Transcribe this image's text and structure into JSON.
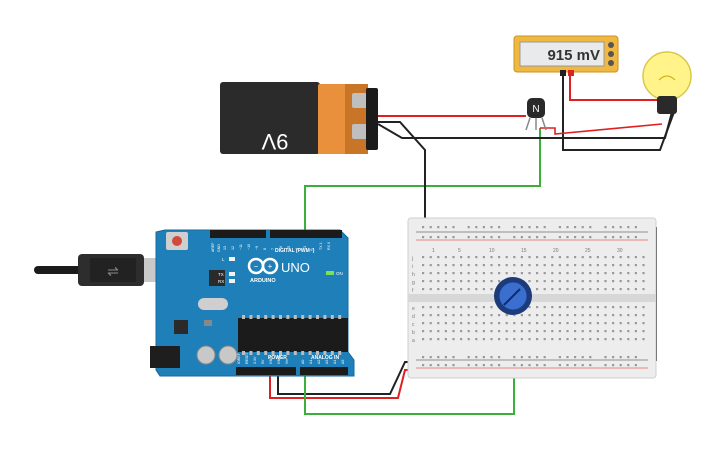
{
  "battery": {
    "label": "9V"
  },
  "multimeter": {
    "reading": "915 mV"
  },
  "transistor": {
    "label": "N"
  },
  "arduino": {
    "brand": "ARDUINO",
    "model": "UNO",
    "on_label": "ON",
    "digital_label": "DIGITAL (PWM~)",
    "power_label": "POWER",
    "analog_label": "ANALOG IN",
    "aref_label": "AREF",
    "gnd_label": "GND",
    "tx_label": "TX",
    "rx_label": "RX",
    "l_label": "L",
    "digital_pins": [
      "13",
      "12",
      "~11",
      "~10",
      "~9",
      "8",
      "7",
      "~6",
      "~5",
      "4",
      "~3",
      "2",
      "TX 1",
      "RX 0"
    ],
    "power_pins": [
      "IOREF",
      "RESET",
      "3.3V",
      "5V",
      "GND",
      "GND",
      "Vin"
    ],
    "analog_pins": [
      "A0",
      "A1",
      "A2",
      "A3",
      "A4",
      "A5"
    ]
  },
  "breadboard": {
    "column_numbers": [
      "1",
      "5",
      "10",
      "15",
      "20",
      "25",
      "30"
    ],
    "row_letters_top": [
      "j",
      "i",
      "h",
      "g",
      "f"
    ],
    "row_letters_bottom": [
      "e",
      "d",
      "c",
      "b",
      "a"
    ]
  },
  "colors": {
    "wire_red": "#e02020",
    "wire_black": "#222222",
    "wire_green": "#3ab03a",
    "arduino_blue": "#1f7fb8",
    "battery_orange": "#e8903c",
    "multimeter_yellow": "#f0b840",
    "bulb_yellow": "#fff38a"
  }
}
